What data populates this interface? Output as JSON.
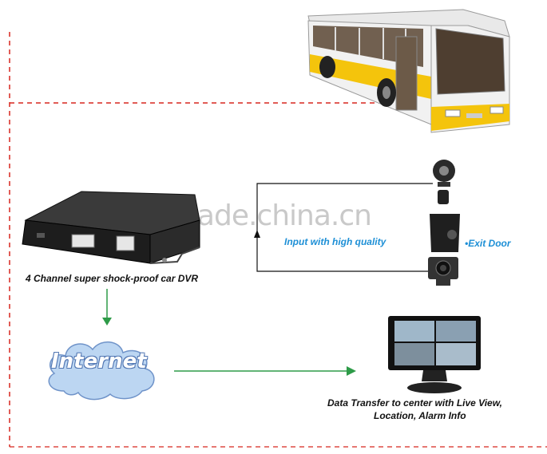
{
  "watermark": "trade.china.cn",
  "dvr": {
    "label": "4 Channel super shock-proof car DVR"
  },
  "cameras": {
    "input_label": "Input with high quality",
    "exit_label": "•Exit Door"
  },
  "internet": {
    "label": "Internet"
  },
  "monitor": {
    "caption_line1": "Data Transfer to center with Live View,",
    "caption_line2": "Location, Alarm Info"
  },
  "colors": {
    "dashed_line": "#d7261e",
    "arrow_green": "#2e9b48",
    "cloud_fill": "#bcd6f2",
    "cloud_stroke": "#6f93c9",
    "blue_text": "#1d8fd6",
    "bus_yellow": "#f4c40c"
  }
}
